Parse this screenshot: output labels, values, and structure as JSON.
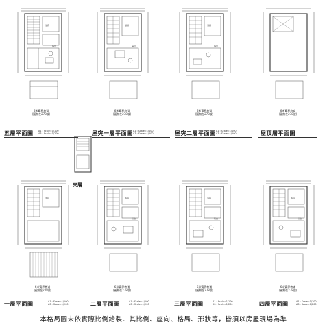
{
  "plans": [
    {
      "id": "p5f",
      "title": "五層平面圖",
      "caption": [
        "6米寬界巷道",
        "(圖無在278號)"
      ],
      "scale": [
        "A1 : Scale=1/100",
        "A3 : Scale=1/200"
      ]
    },
    {
      "id": "proof1",
      "title": "屋突一層平面圖",
      "caption": [
        "6米寬界巷道",
        "(圖無在278號)"
      ],
      "scale": [
        "A1 : Scale=1/100",
        "A3 : Scale=1/200"
      ]
    },
    {
      "id": "proof2",
      "title": "屋突二層平面圖",
      "caption": [
        "6米寬界巷道",
        "(圖無在278號)"
      ],
      "scale": [
        "A1 : Scale=1/100",
        "A3 : Scale=1/200"
      ]
    },
    {
      "id": "roof",
      "title": "屋頂層平面圖",
      "caption": [
        "6米寬界巷道",
        "(圖無在278號)"
      ],
      "scale": []
    },
    {
      "id": "p1f",
      "title": "一層平面圖",
      "caption": [
        "6米寬界巷道",
        "(圖無在278號)"
      ],
      "scale": [
        "A1 : Scale=1/100",
        "A3 : Scale=1/200"
      ]
    },
    {
      "id": "p2f",
      "title": "二層平面圖",
      "caption": [
        "6米寬界巷道",
        "(圖無在278號)"
      ],
      "scale": [
        "A1 : Scale=1/100",
        "A3 : Scale=1/200"
      ]
    },
    {
      "id": "p3f",
      "title": "三層平面圖",
      "caption": [
        "6米寬界巷道",
        "(圖無在278號)"
      ],
      "scale": [
        "A1 : Scale=1/100",
        "A3 : Scale=1/200"
      ]
    },
    {
      "id": "p4f",
      "title": "四層平面圖",
      "caption": [
        "6米寬界巷道",
        "(圖無在278號)"
      ],
      "scale": [
        "A1 : Scale=1/100",
        "A3 : Scale=1/200"
      ]
    }
  ],
  "mezzanine_label": "夾層",
  "room_labels": {
    "bath": "浴廁",
    "balcony": "陽台"
  },
  "footer_note": "本格局圖未依實際比例繪製．其比例、座向、格局、形狀等，皆須以房屋現場為準"
}
